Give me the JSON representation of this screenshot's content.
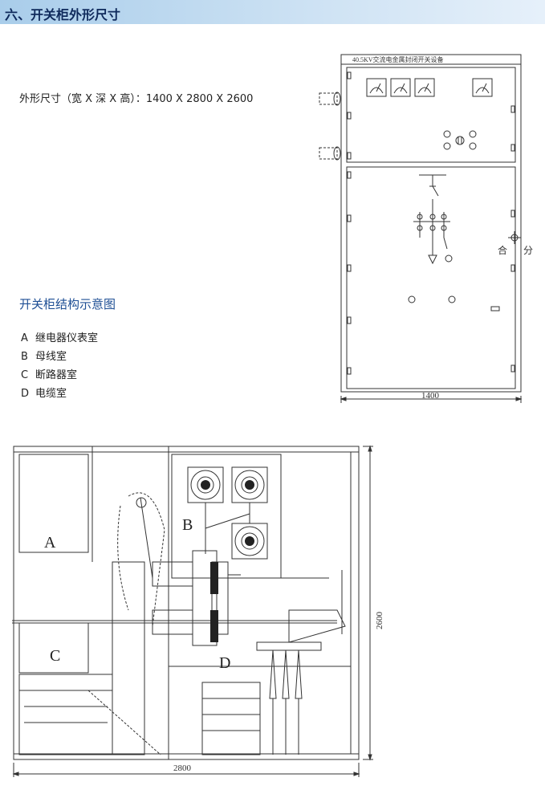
{
  "header": {
    "title": "六、开关柜外形尺寸"
  },
  "dimensions": {
    "label": "外形尺寸（宽 X 深 X 高）：1400 X 2800 X 2600",
    "width_mark": "1400",
    "depth_mark": "2800",
    "height_mark": "2600"
  },
  "front_view": {
    "panel_title": "40.5KV交流电金属封闭开关设备",
    "close_label": "合",
    "open_label": "分"
  },
  "structure": {
    "title": "开关柜结构示意图",
    "items": [
      {
        "key": "A",
        "name": "继电器仪表室"
      },
      {
        "key": "B",
        "name": "母线室"
      },
      {
        "key": "C",
        "name": "断路器室"
      },
      {
        "key": "D",
        "name": "电缆室"
      }
    ]
  },
  "side_view": {
    "label_a": "A",
    "label_b": "B",
    "label_c": "C",
    "label_d": "D"
  }
}
